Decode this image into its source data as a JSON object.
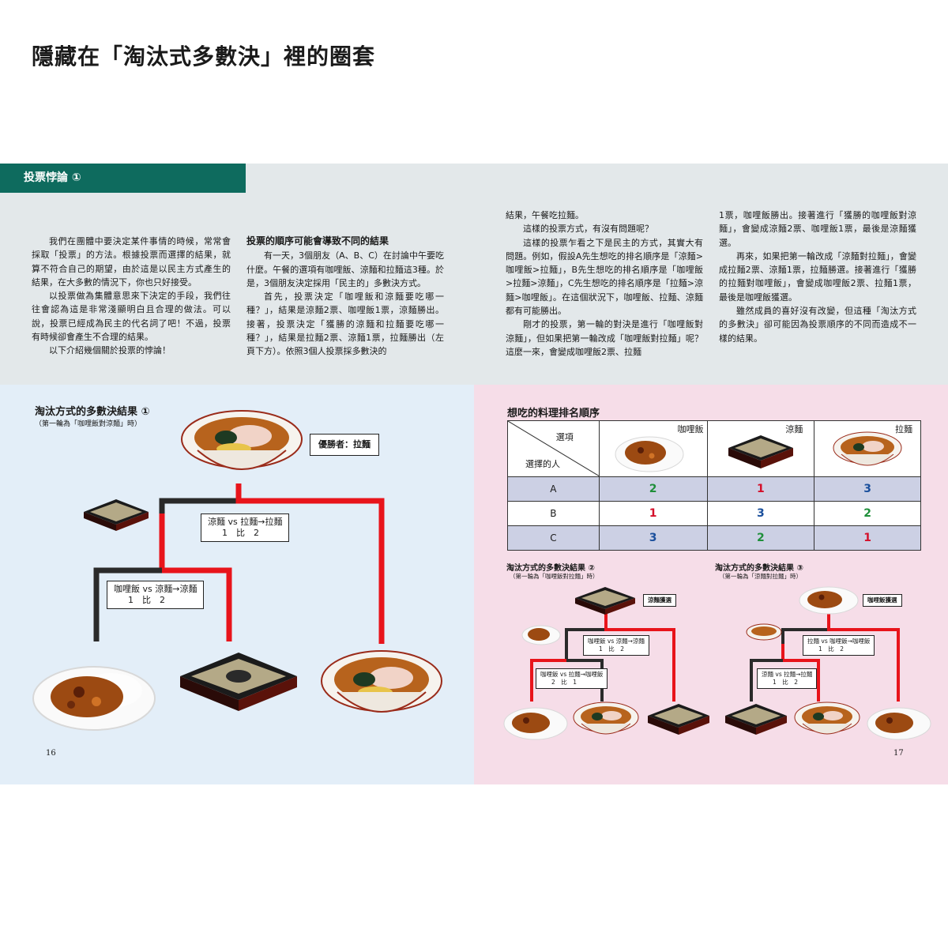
{
  "header": {
    "section_tab": "投票悖論 ①",
    "title": "隱藏在「淘汰式多數決」裡的圈套"
  },
  "left_col1": [
    "我們在團體中要決定某件事情的時候，常常會採取「投票」的方法。根據投票而選擇的結果，就算不符合自己的期望，由於這是以民主方式產生的結果，在大多數的情況下，你也只好接受。",
    "以投票做為集體意思來下決定的手段，我們往往會認為這是非常淺顯明白且合理的做法。可以說，投票已經成為民主的代名詞了吧！不過，投票有時候卻會產生不合理的結果。",
    "以下介紹幾個關於投票的悖論！"
  ],
  "left_col2": {
    "subheading": "投票的順序可能會導致不同的結果",
    "paragraphs": [
      "有一天，3個朋友（A、B、C）在討論中午要吃什麼。午餐的選項有咖哩飯、涼麵和拉麵這3種。於是，3個朋友決定採用「民主的」多數決方式。",
      "首先，投票決定「咖哩飯和涼麵要吃哪一種？」，結果是涼麵2票、咖哩飯1票，涼麵勝出。接著，投票決定「獲勝的涼麵和拉麵要吃哪一種？」，結果是拉麵2票、涼麵1票，拉麵勝出（左頁下方）。依照3個人投票採多數決的"
    ]
  },
  "right_col1": {
    "continuation": "結果，午餐吃拉麵。",
    "paragraphs": [
      "這樣的投票方式，有沒有問題呢？",
      "這樣的投票乍看之下是民主的方式，其實大有問題。例如，假設A先生想吃的排名順序是「涼麵>咖哩飯>拉麵」，B先生想吃的排名順序是「咖哩飯>拉麵>涼麵」，C先生想吃的排名順序是「拉麵>涼麵>咖哩飯」。在這個狀況下，咖哩飯、拉麵、涼麵都有可能勝出。",
      "剛才的投票，第一輪的對決是進行「咖哩飯對涼麵」，但如果把第一輪改成「咖哩飯對拉麵」呢？這麼一來，會變成咖哩飯2票、拉麵"
    ]
  },
  "right_col2": {
    "continuation": "1票，咖哩飯勝出。接著進行「獲勝的咖哩飯對涼麵」，會變成涼麵2票、咖哩飯1票，最後是涼麵獲選。",
    "paragraphs": [
      "再來，如果把第一輪改成「涼麵對拉麵」，會變成拉麵2票、涼麵1票，拉麵勝選。接著進行「獲勝的拉麵對咖哩飯」，會變成咖哩飯2票、拉麵1票，最後是咖哩飯獲選。",
      "雖然成員的喜好沒有改變，但這種「淘汰方式的多數決」卻可能因為投票順序的不同而造成不一樣的結果。"
    ]
  },
  "diagram1": {
    "title": "淘汰方式的多數決結果 ①",
    "subtitle": "（第一輪為「咖哩飯對涼麵」時）",
    "winner": "優勝者：拉麵",
    "match2": {
      "line1": "涼麵 vs 拉麵→拉麵",
      "line2": "1　比　2"
    },
    "match1": {
      "line1": "咖哩飯 vs 涼麵→涼麵",
      "line2": "1　比　2"
    }
  },
  "table": {
    "title": "想吃的料理排名順序",
    "corner_top": "選項",
    "corner_bottom": "選擇的人",
    "options": [
      "咖哩飯",
      "涼麵",
      "拉麵"
    ],
    "rows": [
      {
        "person": "A",
        "ranks": [
          "2",
          "1",
          "3"
        ]
      },
      {
        "person": "B",
        "ranks": [
          "1",
          "3",
          "2"
        ]
      },
      {
        "person": "C",
        "ranks": [
          "3",
          "2",
          "1"
        ]
      }
    ]
  },
  "diagram2": {
    "title": "淘汰方式的多數決結果 ②",
    "subtitle": "（第一輪為「咖哩飯對拉麵」時）",
    "winner": "涼麵獲選",
    "match2": {
      "line1": "咖哩飯 vs 涼麵→涼麵",
      "line2": "1　比　2"
    },
    "match1": {
      "line1": "咖哩飯 vs 拉麵→咖哩飯",
      "line2": "2　比　1"
    }
  },
  "diagram3": {
    "title": "淘汰方式的多數決結果 ③",
    "subtitle": "（第一輪為「涼麵對拉麵」時）",
    "winner": "咖哩飯獲選",
    "match2": {
      "line1": "拉麵 vs 咖哩飯→咖哩飯",
      "line2": "1　比　2"
    },
    "match1": {
      "line1": "涼麵 vs 拉麵→拉麵",
      "line2": "1　比　2"
    }
  },
  "page_numbers": {
    "left": "16",
    "right": "17"
  },
  "colors": {
    "header_tab": "#0e6b5e",
    "winner_line": "#e8141b",
    "loser_line": "#2a2a2a",
    "rank_1": "#d4102a",
    "rank_2": "#1f8f3a",
    "rank_3": "#1a4f9c"
  }
}
